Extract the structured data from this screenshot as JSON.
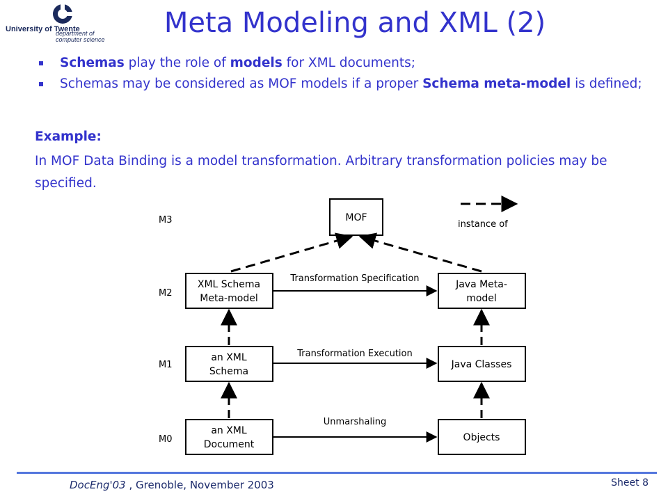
{
  "logo": {
    "university": "University of Twente",
    "department": "department of computer science"
  },
  "title": "Meta Modeling and XML (2)",
  "bullets": [
    {
      "parts": [
        {
          "t": "Schemas",
          "b": true
        },
        {
          "t": " play the role of "
        },
        {
          "t": "models",
          "b": true
        },
        {
          "t": " for XML documents;"
        }
      ]
    },
    {
      "parts": [
        {
          "t": "Schemas may be considered as MOF models if a proper "
        },
        {
          "t": "Schema meta-model",
          "b": true
        },
        {
          "t": " is defined;"
        }
      ]
    }
  ],
  "example": {
    "heading": "Example:",
    "text": "In MOF Data Binding is a model transformation. Arbitrary transformation policies may be specified."
  },
  "diagram": {
    "levels": [
      "M3",
      "M2",
      "M1",
      "M0"
    ],
    "legend": "instance of",
    "boxes": {
      "mof": "MOF",
      "xml_meta_1": "XML Schema",
      "xml_meta_2": "Meta-model",
      "java_meta_1": "Java Meta-",
      "java_meta_2": "model",
      "xml_schema_1": "an XML",
      "xml_schema_2": "Schema",
      "java_classes": "Java Classes",
      "xml_doc_1": "an XML",
      "xml_doc_2": "Document",
      "objects": "Objects"
    },
    "arrows": {
      "m2": "Transformation Specification",
      "m1": "Transformation Execution",
      "m0": "Unmarshaling"
    }
  },
  "footer": {
    "conf": "DocEng'03",
    "place": " , Grenoble, November 2003",
    "sheet": "Sheet 8"
  }
}
